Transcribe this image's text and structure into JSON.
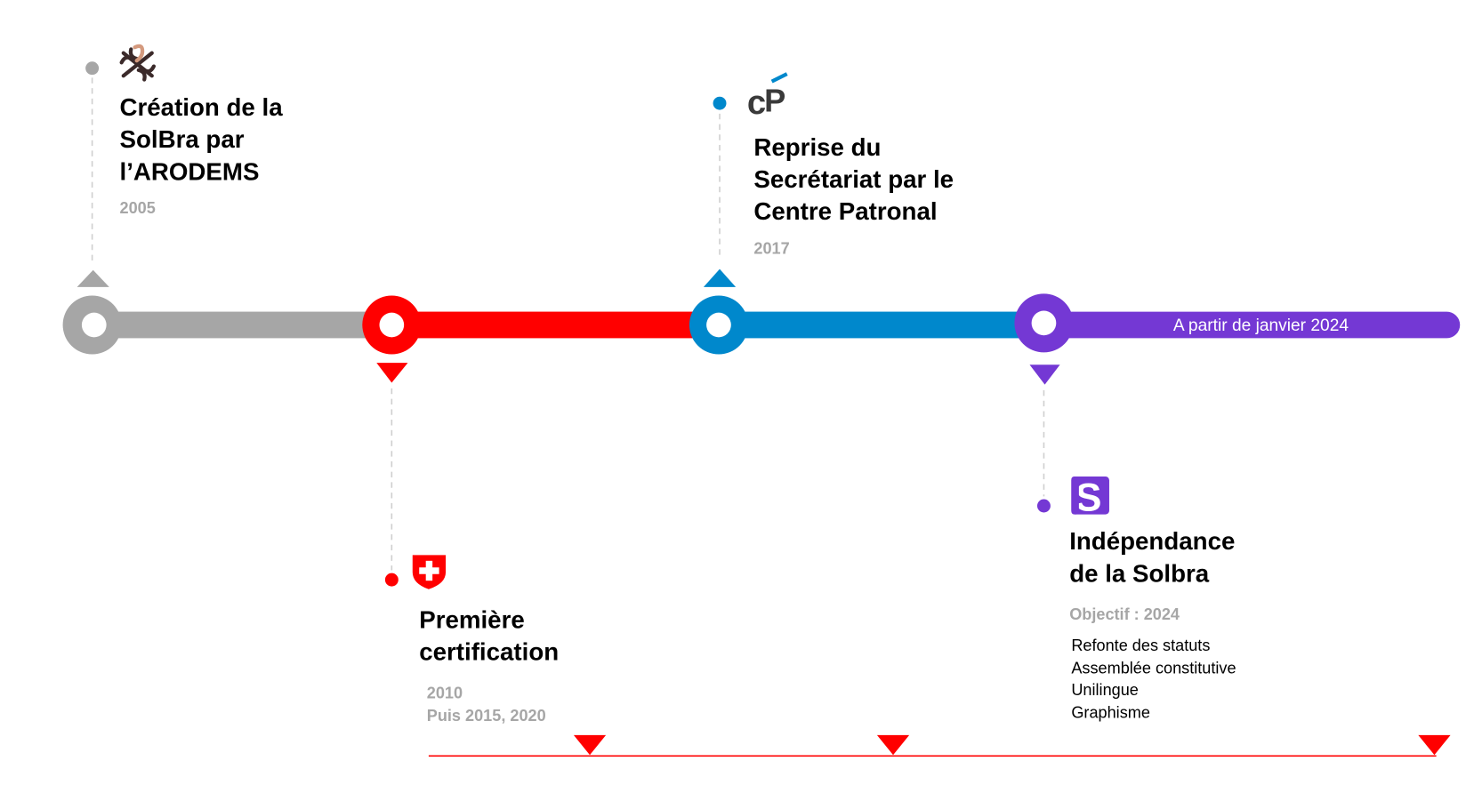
{
  "colors": {
    "gray": "#a6a6a6",
    "red": "#ff0000",
    "blue": "#0088cc",
    "purple": "#7438d4"
  },
  "events": [
    {
      "title": [
        "Création de la",
        "SolBra par",
        "l’ARODEMS"
      ],
      "date": "2005",
      "icon": "arodems-logo"
    },
    {
      "title": [
        "Première",
        "certification"
      ],
      "date": "2010",
      "date2": "Puis 2015, 2020",
      "icon": "swiss-shield-icon"
    },
    {
      "title": [
        "Reprise du",
        "Secrétariat par le",
        "Centre Patronal"
      ],
      "date": "2017",
      "icon": "centre-patronal-logo"
    },
    {
      "title": [
        "Indépendance",
        "de la Solbra"
      ],
      "date": "Objectif : 2024",
      "icon": "solbra-logo",
      "items": [
        "Refonte des statuts",
        "Assemblée constitutive",
        "Unilingue",
        "Graphisme"
      ]
    }
  ],
  "bar_label": "A partir de janvier 2024"
}
